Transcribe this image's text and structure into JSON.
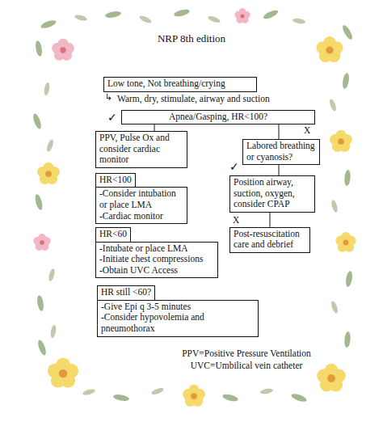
{
  "diagram": {
    "title": "NRP 8th edition",
    "nodes": [
      {
        "text": [
          "Low tone, Not breathing/crying"
        ]
      },
      {
        "text": [
          "Apnea/Gasping, HR<100?"
        ]
      },
      {
        "text": [
          "PPV, Pulse Ox and consider cardiac monitor"
        ]
      },
      {
        "text": [
          "Labored breathing or cyanosis?"
        ]
      },
      {
        "text": [
          "Position airway, suction, oxygen, consider CPAP"
        ]
      },
      {
        "text": [
          "Post-resuscitation care and debrief"
        ]
      },
      {
        "text": [
          "HR<100"
        ]
      },
      {
        "text": [
          "-Consider intubation or place LMA",
          "-Cardiac monitor"
        ]
      },
      {
        "text": [
          "HR<60"
        ]
      },
      {
        "text": [
          "-Intubate or place LMA",
          "-Initiate chest compressions",
          "-Obtain UVC Access"
        ]
      },
      {
        "text": [
          "HR still <60?"
        ]
      },
      {
        "text": [
          "-Give Epi q 3-5 minutes",
          "-Consider hypovolemia and pneumothorax"
        ]
      }
    ],
    "edges": [
      {
        "from": 1,
        "to": 2,
        "arrow": "none"
      },
      {
        "from": 1,
        "to": 3,
        "arrow": "none"
      },
      {
        "from": 3,
        "to": 4,
        "arrow": "none"
      },
      {
        "from": 4,
        "to": 5,
        "arrow": "none"
      }
    ],
    "labels": [
      "↳",
      "Warm, dry, stimulate, airway and suction",
      "✓",
      "X",
      "✓",
      "X",
      "PPV=Positive Pressure Ventilation",
      "UVC=Umbilical vein catheter"
    ]
  }
}
